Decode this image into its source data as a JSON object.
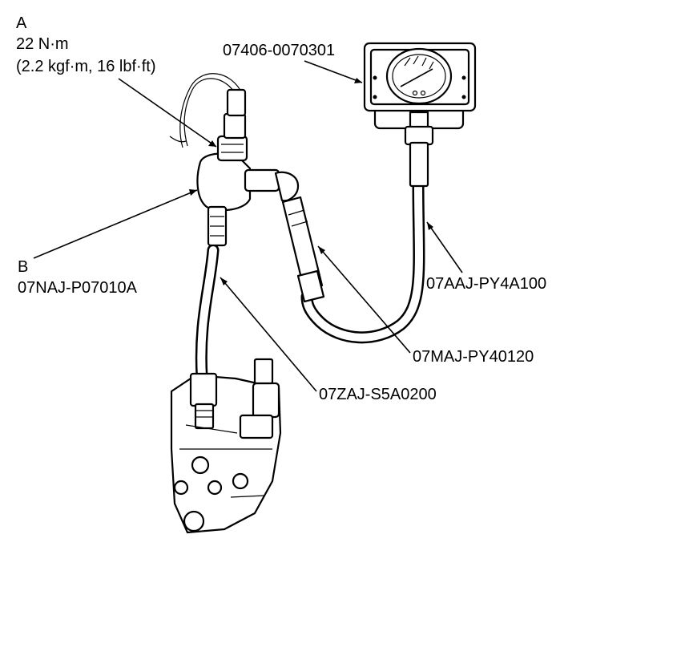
{
  "callouts": {
    "a": {
      "letter": "A",
      "torque_nm": "22 N·m",
      "torque_alt": "(2.2 kgf·m, 16 lbf·ft)"
    },
    "b": {
      "letter": "B",
      "part_no": "07NAJ-P07010A"
    },
    "gauge": "07406-0070301",
    "hose_gauge": "07AAJ-PY4A100",
    "hose_adapter": "07MAJ-PY40120",
    "hose_lower": "07ZAJ-S5A0200"
  }
}
